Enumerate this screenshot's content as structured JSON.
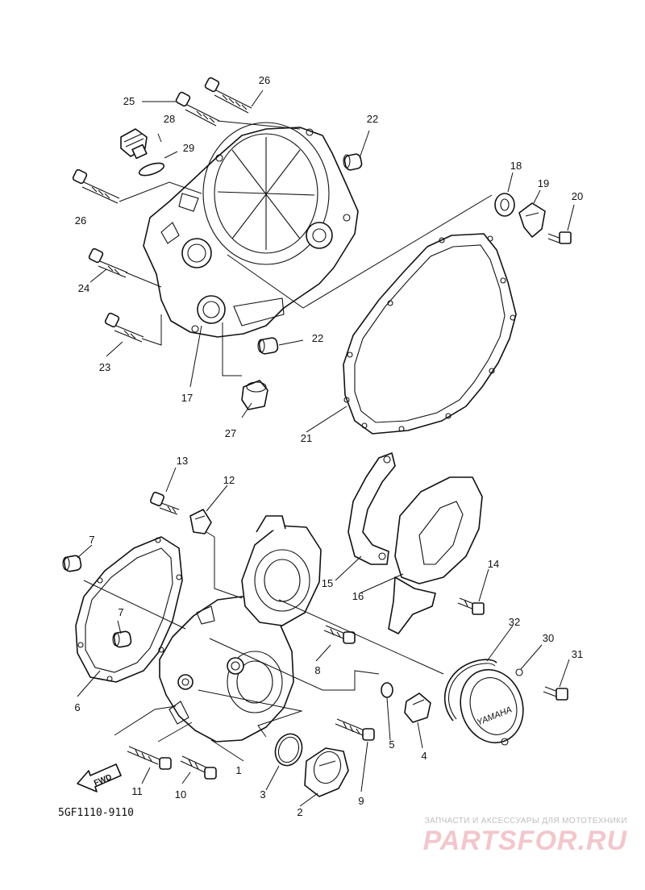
{
  "diagram": {
    "code": "5GF1110-9110",
    "fwd_label": "FWD",
    "emblem_text": "YAMAHA",
    "callouts": [
      "26",
      "25",
      "28",
      "29",
      "22",
      "26",
      "18",
      "19",
      "20",
      "24",
      "23",
      "22",
      "17",
      "27",
      "21",
      "13",
      "12",
      "7",
      "7",
      "6",
      "15",
      "16",
      "14",
      "32",
      "30",
      "31",
      "8",
      "5",
      "4",
      "11",
      "10",
      "1",
      "3",
      "2",
      "9"
    ]
  },
  "watermark": {
    "top_text": "ЗАПЧАСТИ И АКСЕССУАРЫ ДЛЯ МОТОТЕХНИКИ",
    "brand": "PARTSFOR.RU"
  }
}
